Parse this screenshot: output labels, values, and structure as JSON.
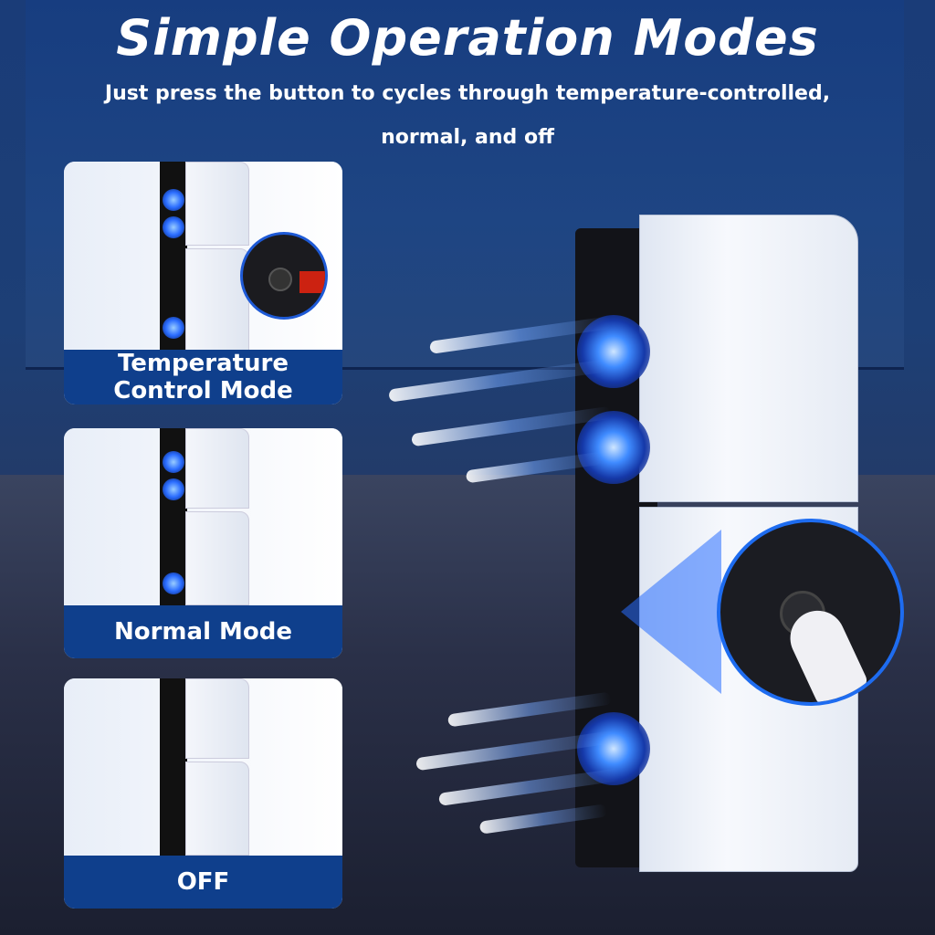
{
  "header": {
    "title": "Simple Operation Modes",
    "subtitle_line1": "Just press the button to cycles through temperature-controlled,",
    "subtitle_line2": "normal, and off"
  },
  "modes": [
    {
      "label_line1": "Temperature",
      "label_line2": "Control Mode"
    },
    {
      "label": "Normal Mode"
    },
    {
      "label": "OFF"
    }
  ],
  "colors": {
    "accent": "#0f3f8c",
    "fan_glow": "#2a6cff",
    "ring": "#1e6cf0"
  }
}
